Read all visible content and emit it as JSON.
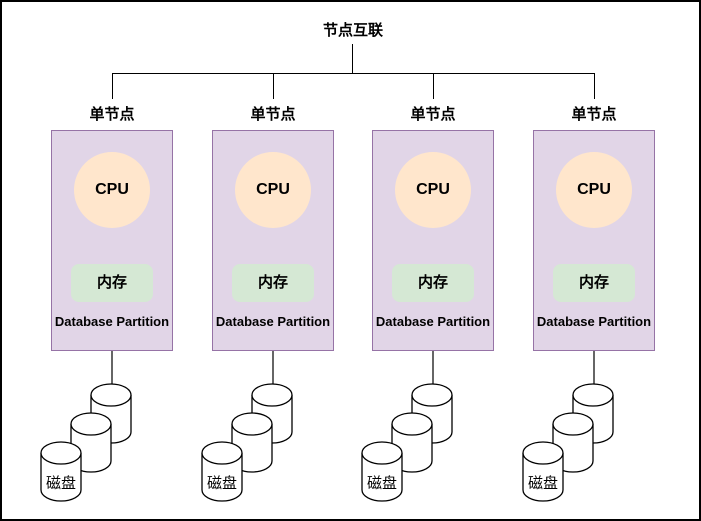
{
  "diagram": {
    "interconnect": {
      "label": "节点互联"
    },
    "nodes": [
      {
        "label": "单节点",
        "cpu_label": "CPU",
        "memory_label": "内存",
        "partition_label": "Database Partition",
        "disk_label": "磁盘"
      },
      {
        "label": "单节点",
        "cpu_label": "CPU",
        "memory_label": "内存",
        "partition_label": "Database Partition",
        "disk_label": "磁盘"
      },
      {
        "label": "单节点",
        "cpu_label": "CPU",
        "memory_label": "内存",
        "partition_label": "Database Partition",
        "disk_label": "磁盘"
      },
      {
        "label": "单节点",
        "cpu_label": "CPU",
        "memory_label": "内存",
        "partition_label": "Database Partition",
        "disk_label": "磁盘"
      }
    ],
    "disks_per_node": 3,
    "colors": {
      "node_fill": "#E1D5E7",
      "node_border": "#9673A6",
      "cpu_fill": "#FFE6CC",
      "memory_fill": "#D5E8D4",
      "tree_line": "#000000",
      "disk_connector": "#666666",
      "cylinder_fill": "#FFFFFF",
      "cylinder_stroke": "#000000",
      "background": "#FFFFFF"
    }
  }
}
